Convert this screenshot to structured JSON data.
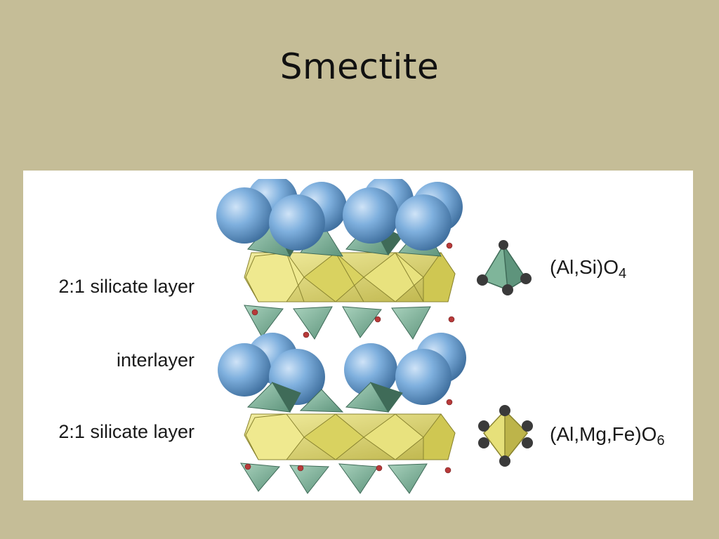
{
  "slide": {
    "title": "Smectite"
  },
  "figure": {
    "layer_labels": {
      "top": "2:1 silicate layer",
      "middle": "interlayer",
      "bottom": "2:1 silicate layer"
    },
    "legend": {
      "tetrahedron": {
        "formula_main": "(Al,Si)O",
        "formula_sub": "4",
        "icon": "tetrahedron-icon"
      },
      "octahedron": {
        "formula_main": "(Al,Mg,Fe)O",
        "formula_sub": "6",
        "icon": "octahedron-icon"
      }
    },
    "colors": {
      "background": "#c5bd97",
      "panel": "#ffffff",
      "interlayer_cation": "#6fa8dc",
      "tetrahedron": "#7fb59a",
      "octahedron": "#e6e07a",
      "hydroxyl": "#c0392b",
      "oxygen": "#333333"
    }
  }
}
